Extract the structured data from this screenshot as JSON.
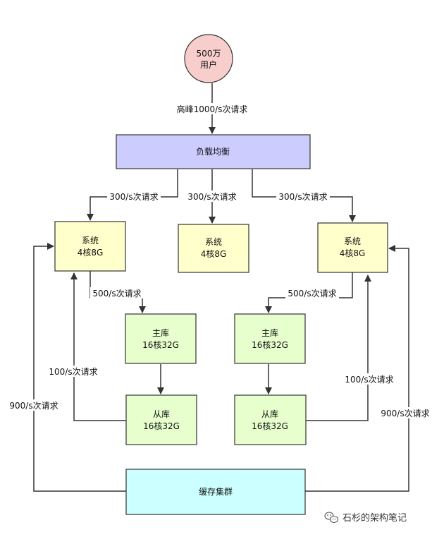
{
  "nodes": {
    "users": {
      "line1": "500万",
      "line2": "用户",
      "color": "#f8cecc"
    },
    "load_balancer": {
      "label": "负载均衡",
      "color": "#ccccff"
    },
    "system_left": {
      "line1": "系统",
      "line2": "4核8G",
      "color": "#ffffcc"
    },
    "system_mid": {
      "line1": "系统",
      "line2": "4核8G",
      "color": "#ffffcc"
    },
    "system_right": {
      "line1": "系统",
      "line2": "4核8G",
      "color": "#ffffcc"
    },
    "master_left": {
      "line1": "主库",
      "line2": "16核32G",
      "color": "#e6ffcc"
    },
    "master_right": {
      "line1": "主库",
      "line2": "16核32G",
      "color": "#e6ffcc"
    },
    "slave_left": {
      "line1": "从库",
      "line2": "16核32G",
      "color": "#e6ffcc"
    },
    "slave_right": {
      "line1": "从库",
      "line2": "16核32G",
      "color": "#e6ffcc"
    },
    "cache": {
      "label": "缓存集群",
      "color": "#ccffff"
    }
  },
  "edges": {
    "users_to_lb": "高峰1000/s次请求",
    "lb_to_left": "300/s次请求",
    "lb_to_mid": "300/s次请求",
    "lb_to_right": "300/s次请求",
    "left_to_master": "500/s次请求",
    "right_to_master": "500/s次请求",
    "slave_left_to_system": "100/s次请求",
    "slave_right_to_system": "100/s次请求",
    "cache_to_left": "900/s次请求",
    "cache_to_right": "900/s次请求"
  },
  "watermark": {
    "text": "石杉的架构笔记",
    "icon": "wechat-icon"
  }
}
